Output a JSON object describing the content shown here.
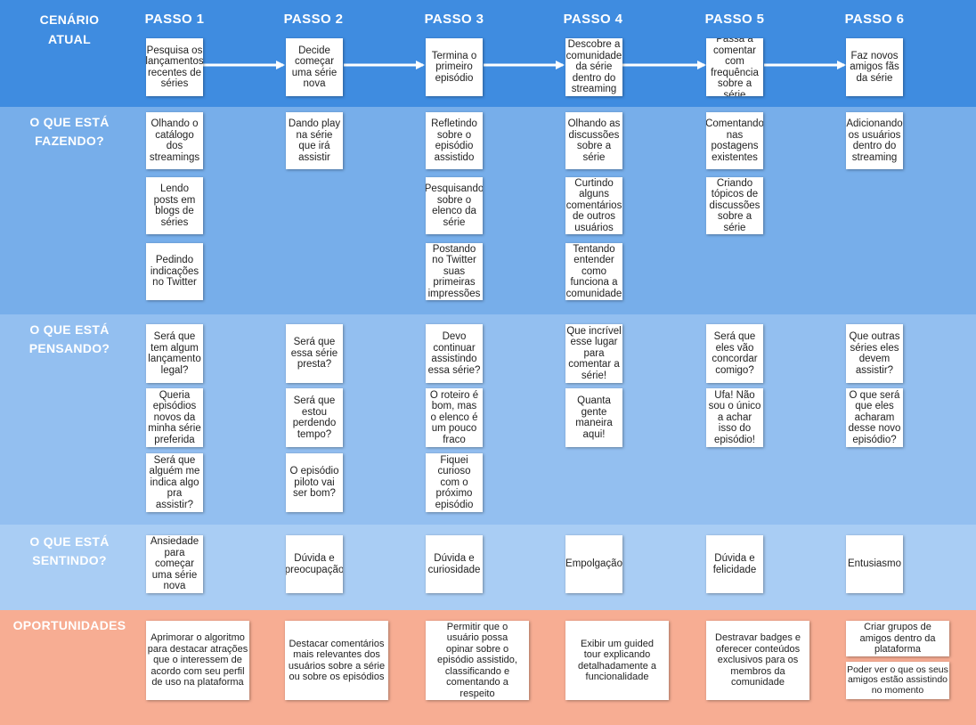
{
  "rows": {
    "current": [
      "CENÁRIO",
      "ATUAL"
    ],
    "doing": [
      "O QUE ESTÁ",
      "FAZENDO?"
    ],
    "thinking": [
      "O QUE ESTÁ",
      "PENSANDO?"
    ],
    "feeling": [
      "O QUE ESTÁ",
      "SENTINDO?"
    ],
    "opportunities": [
      "OPORTUNIDADES"
    ]
  },
  "steps": [
    "PASSO 1",
    "PASSO 2",
    "PASSO 3",
    "PASSO 4",
    "PASSO 5",
    "PASSO 6"
  ],
  "colors": {
    "band_current": "#3f8ce0",
    "band_doing": "#77aeea",
    "band_thinking": "#93bff0",
    "band_feeling": "#a9cdf4",
    "band_opportunities": "#f7ad93",
    "note": "#ffffff"
  },
  "current": [
    [
      "Pesquisa os",
      "lançamentos",
      "recentes de",
      "séries"
    ],
    [
      "Decide",
      "começar",
      "uma série",
      "nova"
    ],
    [
      "Termina o",
      "primeiro",
      "episódio"
    ],
    [
      "Descobre a",
      "comunidade",
      "da série",
      "dentro do",
      "streaming"
    ],
    [
      "Passa a",
      "comentar",
      "com",
      "frequência",
      "sobre a série"
    ],
    [
      "Faz novos",
      "amigos fãs",
      "da série"
    ]
  ],
  "doing": [
    [
      [
        "Olhando o",
        "catálogo",
        "dos",
        "streamings"
      ],
      [
        "Lendo",
        "posts em",
        "blogs de",
        "séries"
      ],
      [
        "Pedindo",
        "indicações",
        "no Twitter"
      ]
    ],
    [
      [
        "Dando play",
        "na série",
        "que irá",
        "assistir"
      ]
    ],
    [
      [
        "Refletindo",
        "sobre o",
        "episódio",
        "assistido"
      ],
      [
        "Pesquisando",
        "sobre o",
        "elenco da",
        "série"
      ],
      [
        "Postando",
        "no Twitter",
        "suas",
        "primeiras",
        "impressões"
      ]
    ],
    [
      [
        "Olhando as",
        "discussões",
        "sobre a",
        "série"
      ],
      [
        "Curtindo",
        "alguns",
        "comentários",
        "de outros",
        "usuários"
      ],
      [
        "Tentando",
        "entender",
        "como",
        "funciona a",
        "comunidade"
      ]
    ],
    [
      [
        "Comentando",
        "nas",
        "postagens",
        "existentes"
      ],
      [
        "Criando",
        "tópicos de",
        "discussões",
        "sobre a",
        "série"
      ]
    ],
    [
      [
        "Adicionando",
        "os usuários",
        "dentro do",
        "streaming"
      ]
    ]
  ],
  "thinking": [
    [
      [
        "Será que",
        "tem algum",
        "lançamento",
        "legal?"
      ],
      [
        "Queria",
        "episódios",
        "novos da",
        "minha série",
        "preferida"
      ],
      [
        "Será que",
        "alguém me",
        "indica algo",
        "pra",
        "assistir?"
      ]
    ],
    [
      [
        "Será que",
        "essa série",
        "presta?"
      ],
      [
        "Será que",
        "estou",
        "perdendo",
        "tempo?"
      ],
      [
        "O episódio",
        "piloto vai",
        "ser bom?"
      ]
    ],
    [
      [
        "Devo",
        "continuar",
        "assistindo",
        "essa série?"
      ],
      [
        "O roteiro é",
        "bom, mas",
        "o elenco é",
        "um pouco",
        "fraco"
      ],
      [
        "Fiquei",
        "curioso",
        "com o",
        "próximo",
        "episódio"
      ]
    ],
    [
      [
        "Que incrível",
        "esse lugar",
        "para",
        "comentar a",
        "série!"
      ],
      [
        "Quanta",
        "gente",
        "maneira",
        "aqui!"
      ]
    ],
    [
      [
        "Será que",
        "eles vão",
        "concordar",
        "comigo?"
      ],
      [
        "Ufa! Não",
        "sou o único",
        "a achar",
        "isso do",
        "episódio!"
      ]
    ],
    [
      [
        "Que outras",
        "séries eles",
        "devem",
        "assistir?"
      ],
      [
        "O que será",
        "que eles",
        "acharam",
        "desse novo",
        "episódio?"
      ]
    ]
  ],
  "feeling": [
    [
      "Ansiedade",
      "para",
      "começar",
      "uma série",
      "nova"
    ],
    [
      "Dúvida e",
      "preocupação"
    ],
    [
      "Dúvida e",
      "curiosidade"
    ],
    [
      "Empolgação"
    ],
    [
      "Dúvida e",
      "felicidade"
    ],
    [
      "Entusiasmo"
    ]
  ],
  "opportunities": [
    [
      [
        "Aprimorar o algoritmo",
        "para destacar atrações",
        "que o interessem de",
        "acordo com seu perfil",
        "de uso na plataforma"
      ]
    ],
    [
      [
        "Destacar comentários",
        "mais relevantes dos",
        "usuários sobre a série",
        "ou sobre os episódios"
      ]
    ],
    [
      [
        "Permitir que o",
        "usuário possa",
        "opinar sobre o",
        "episódio assistido,",
        "classificando e",
        "comentando a",
        "respeito"
      ]
    ],
    [
      [
        "Exibir um guided",
        "tour explicando",
        "detalhadamente a",
        "funcionalidade"
      ]
    ],
    [
      [
        "Destravar badges e",
        "oferecer conteúdos",
        "exclusivos para os",
        "membros da",
        "comunidade"
      ]
    ],
    [
      [
        "Criar grupos de",
        "amigos dentro da",
        "plataforma"
      ],
      [
        "Poder ver o que os seus",
        "amigos estão assistindo",
        "no momento"
      ]
    ]
  ]
}
